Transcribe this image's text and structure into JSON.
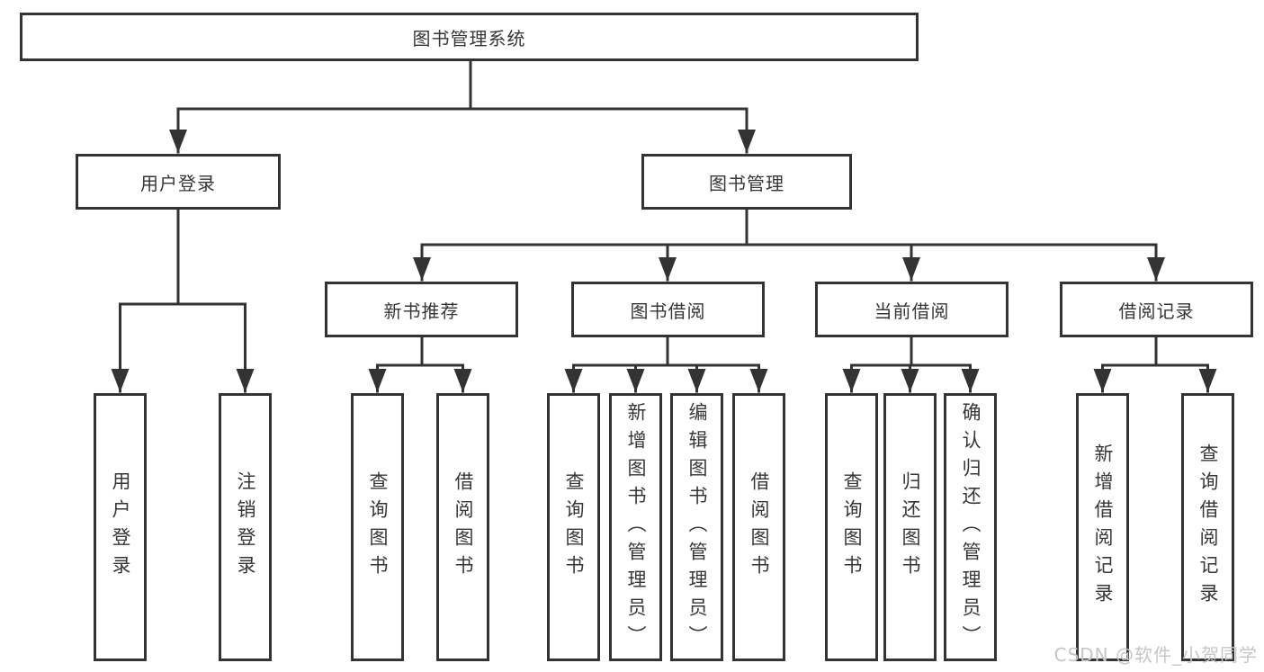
{
  "colors": {
    "line": "#333333",
    "text": "#363636",
    "background": "#ffffff",
    "watermark": "#c6c6c6"
  },
  "nodes": {
    "root": {
      "label": "图书管理系统"
    },
    "user_login_group": {
      "label": "用户登录"
    },
    "book_management": {
      "label": "图书管理"
    },
    "new_book_recommend": {
      "label": "新书推荐"
    },
    "book_borrowing": {
      "label": "图书借阅"
    },
    "current_borrowing": {
      "label": "当前借阅"
    },
    "borrow_records": {
      "label": "借阅记录"
    },
    "user_login": {
      "label": "用户登录"
    },
    "logout": {
      "label": "注销登录"
    },
    "query_books_1": {
      "label": "查询图书"
    },
    "borrow_books_1": {
      "label": "借阅图书"
    },
    "query_books_2": {
      "label": "查询图书"
    },
    "add_books_admin": {
      "label": "新增图书（管理员）"
    },
    "edit_books_admin": {
      "label": "编辑图书（管理员）"
    },
    "borrow_books_2": {
      "label": "借阅图书"
    },
    "query_books_3": {
      "label": "查询图书"
    },
    "return_books": {
      "label": "归还图书"
    },
    "confirm_return_admin": {
      "label": "确认归还（管理员）"
    },
    "add_borrow_record": {
      "label": "新增借阅记录"
    },
    "query_borrow_record": {
      "label": "查询借阅记录"
    }
  },
  "hierarchy": {
    "root": [
      "user_login_group",
      "book_management"
    ],
    "user_login_group": [
      "user_login",
      "logout"
    ],
    "book_management": [
      "new_book_recommend",
      "book_borrowing",
      "current_borrowing",
      "borrow_records"
    ],
    "new_book_recommend": [
      "query_books_1",
      "borrow_books_1"
    ],
    "book_borrowing": [
      "query_books_2",
      "add_books_admin",
      "edit_books_admin",
      "borrow_books_2"
    ],
    "current_borrowing": [
      "query_books_3",
      "return_books",
      "confirm_return_admin"
    ],
    "borrow_records": [
      "add_borrow_record",
      "query_borrow_record"
    ]
  },
  "watermark": {
    "text": "CSDN @软件_小贺同学"
  }
}
